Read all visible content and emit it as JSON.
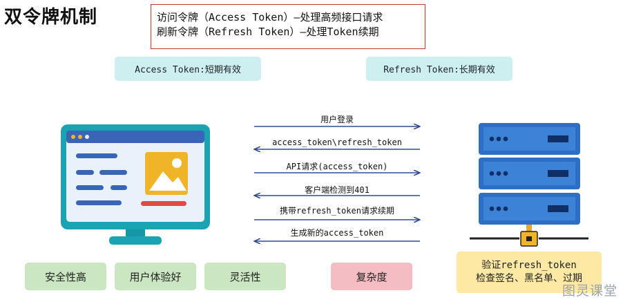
{
  "title": "双令牌机制",
  "notes": [
    "访问令牌（Access Token）—处理高频接口请求",
    "刷新令牌（Refresh Token）—处理Token续期"
  ],
  "access_pill": "Access Token:短期有效",
  "refresh_pill": "Refresh Token:长期有效",
  "flows": [
    {
      "label": "用户登录",
      "direction": "right"
    },
    {
      "label": "access_token\\refresh_token",
      "direction": "left"
    },
    {
      "label": "API请求(access_token)",
      "direction": "right"
    },
    {
      "label": "客户端检测到401",
      "direction": "left"
    },
    {
      "label": "携带refresh_token请求续期",
      "direction": "right"
    },
    {
      "label": "生成新的access_token",
      "direction": "left"
    }
  ],
  "client_features": [
    "安全性高",
    "用户体验好",
    "灵活性"
  ],
  "complexity": "复杂度",
  "server_checks": [
    "验证refresh_token",
    "检查签名、黑名单、过期"
  ],
  "watermark": "图灵课堂",
  "colors": {
    "arrow": "#2e4a8f",
    "monitor": "#1aa3b3",
    "server": "#2d6fc4",
    "note_border": "#c0392b"
  },
  "icons": {
    "client": "monitor-icon",
    "server": "server-rack-icon"
  }
}
